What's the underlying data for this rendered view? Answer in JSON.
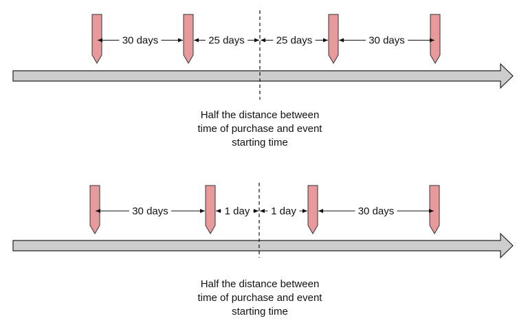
{
  "colors": {
    "marker": "#E8999B",
    "timeline": "#CDCDCD"
  },
  "diagrams": [
    {
      "intervals": [
        "30 days",
        "25 days",
        "25 days",
        "30 days"
      ],
      "caption": [
        "Half the distance between",
        "time of purchase and event",
        "starting time"
      ]
    },
    {
      "intervals": [
        "30 days",
        "1 day",
        "1 day",
        "30 days"
      ],
      "caption": [
        "Half the distance between",
        "time of purchase and event",
        "starting time"
      ]
    }
  ]
}
